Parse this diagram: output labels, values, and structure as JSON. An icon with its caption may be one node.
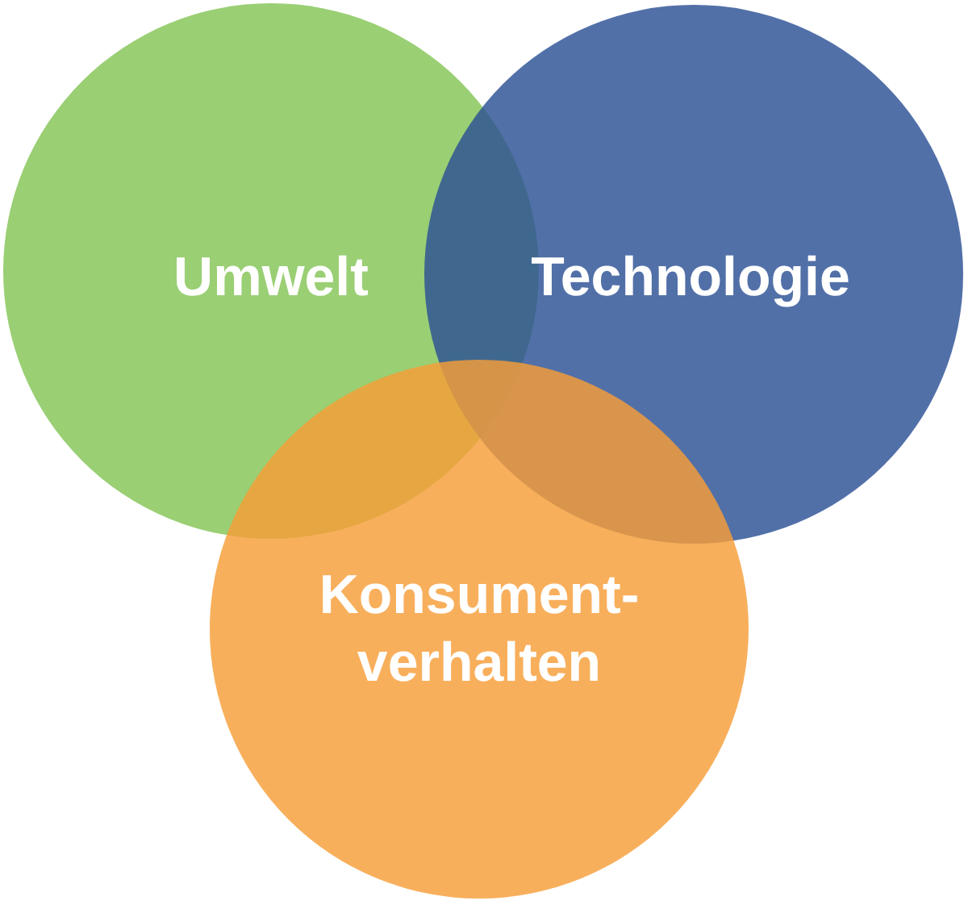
{
  "diagram": {
    "nodes": [
      {
        "text": [
          "Umwelt"
        ]
      },
      {
        "text": [
          "Technologie"
        ]
      },
      {
        "text": [
          "Konsument- verhalten"
        ]
      }
    ]
  }
}
